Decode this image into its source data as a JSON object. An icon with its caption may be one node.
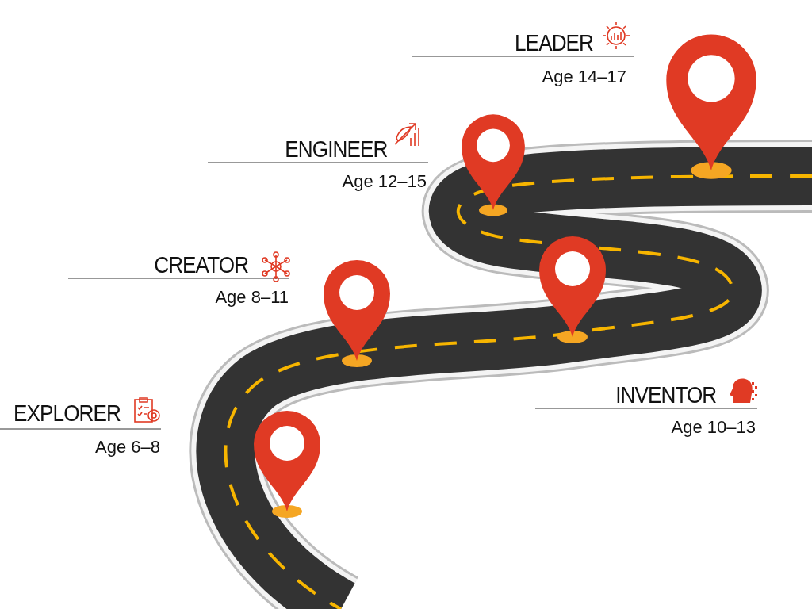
{
  "diagram": {
    "labels": [
      "LEADER",
      "Age 14–17",
      "ENGINEER",
      "Age 12–15",
      "CREATOR",
      "Age 8–11",
      "INVENTOR",
      "Age 10–13",
      "EXPLORER",
      "Age 6–8"
    ]
  }
}
